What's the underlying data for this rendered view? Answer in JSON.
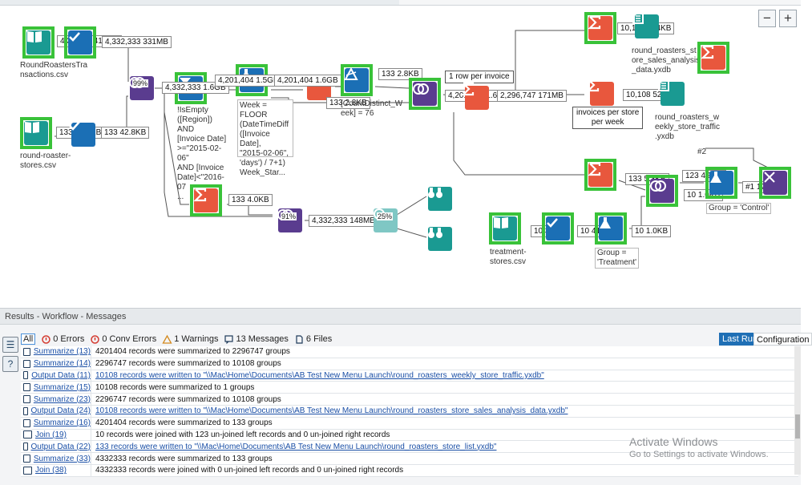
{
  "canvas": {
    "zoom_out_label": "−",
    "zoom_in_label": "+",
    "tools": {
      "input_transactions_label": "RoundRoastersTra\nnsactions.csv",
      "input_transactions_anchor": "4,332,33\n414MB",
      "select1_anchor": "4,332,333\n331MB",
      "input_stores_label": "round-roaster-\nstores.csv",
      "input_stores_anchor": "133\n43.0KB",
      "select2_anchor": "133\n42.8KB",
      "join1_pct": "99%",
      "filter_anchor": "4,332,333\n1.6GB",
      "filter_note": "!IsEmpty\n([Region]) AND\n[Invoice Date]\n>=\"2015-02-06\"\nAND [Invoice\nDate]<\"2016-07\n...",
      "formula1_anchor": "4,201,404\n1.5GB",
      "formula1_note": "Week = FLOOR\n(DateTimeDiff\n([Invoice Date],\n\"2015-02-06\",\n'days') / 7+1)\nWeek_Star...",
      "summ_a_anchor": "4,201,404\n1.6GB",
      "summ_b_anchor": "133\n2.8KB",
      "summ_b_note": "[CountDistinct_W\neek] = 76",
      "summ_c_anchor": "133\n2.8KB",
      "invoice_box": "1 row per invoice",
      "join2_anchor": "4,201,404\n1.6GB",
      "summ_d_anchor": "2,296,747\n171MB",
      "summ_store_anchor": "10,108\n614KB",
      "output_store_label": "round_roasters_st\nore_sales_analysis\n_data.yxdb",
      "invoices_box": "invoices per store\nper week",
      "summ_weekly_anchor": "10,108\n526KB",
      "output_weekly_label": "round_roasters_w\neekly_store_traffic\n.yxdb",
      "summ_e_anchor": "133\n4.0KB",
      "join3_pct": "91%",
      "join3_anchor": "4,332,333\n148MB",
      "sample_pct": "25%",
      "summ_f_anchor": "133\n5.3KB",
      "join4_anchor_a": "123\n4.9KB",
      "join4_anchor_b": "10\n1.0KB",
      "control_label": "#2",
      "formula_control_note": "Group = 'Control'",
      "formula_control_anchor": "#1\n12.7KB",
      "input_treatment_label": "treatment-\nstores.csv",
      "input_treatment_anchor": "10\n3.1KB",
      "select3_anchor": "10\n415b",
      "formula_treatment_note": "Group =\n'Treatment'",
      "formula_treatment_anchor": "10\n1.0KB"
    }
  },
  "results": {
    "title": "Results - Workflow - Messages",
    "filters": {
      "all": "All",
      "errors": "0 Errors",
      "conv_errors": "0 Conv Errors",
      "warnings": "1 Warnings",
      "messages": "13 Messages",
      "files": "6 Files"
    },
    "last_run": "Last Run",
    "configuration": "Configuration",
    "rows": [
      {
        "tool": "Summarize (13)",
        "msg": "4201404 records were summarized to 2296747 groups",
        "link": false
      },
      {
        "tool": "Summarize (14)",
        "msg": "2296747 records were summarized to 10108 groups",
        "link": false
      },
      {
        "tool": "Output Data (11)",
        "msg": "10108 records were written to \"\\\\Mac\\Home\\Documents\\AB Test New Menu Launch\\round_roasters_weekly_store_traffic.yxdb\"",
        "link": true
      },
      {
        "tool": "Summarize (15)",
        "msg": "10108 records were summarized to 1 groups",
        "link": false
      },
      {
        "tool": "Summarize (23)",
        "msg": "2296747 records were summarized to 10108 groups",
        "link": false
      },
      {
        "tool": "Output Data (24)",
        "msg": "10108 records were written to \"\\\\Mac\\Home\\Documents\\AB Test New Menu Launch\\round_roasters_store_sales_analysis_data.yxdb\"",
        "link": true
      },
      {
        "tool": "Summarize (16)",
        "msg": "4201404 records were summarized to 133 groups",
        "link": false
      },
      {
        "tool": "Join (19)",
        "msg": "10 records were joined with 123 un-joined left records and 0 un-joined right records",
        "link": false
      },
      {
        "tool": "Output Data (22)",
        "msg": "133 records were written to \"\\\\Mac\\Home\\Documents\\AB Test New Menu Launch\\round_roasters_store_list.yxdb\"",
        "link": true
      },
      {
        "tool": "Summarize (33)",
        "msg": "4332333 records were summarized to 133 groups",
        "link": false
      },
      {
        "tool": "Join (38)",
        "msg": "4332333 records were joined with 0 un-joined left records and 0 un-joined right records",
        "link": false
      }
    ],
    "watermark_title": "Activate Windows",
    "watermark_sub": "Go to Settings to activate Windows."
  }
}
